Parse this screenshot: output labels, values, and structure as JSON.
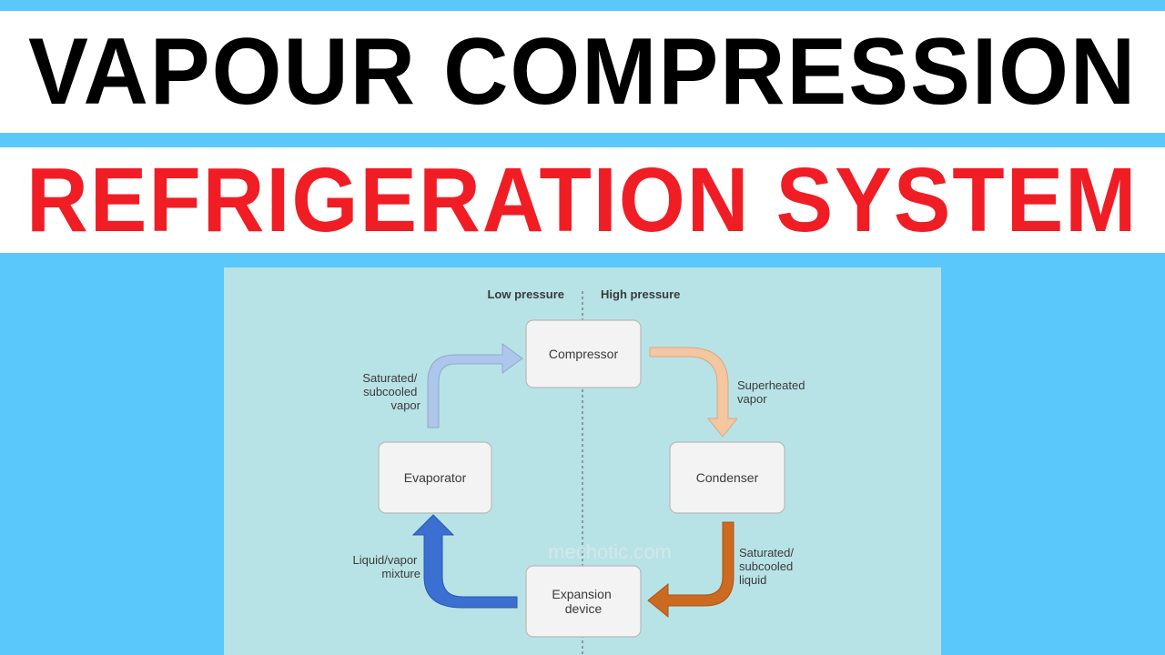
{
  "title": {
    "line1": "VAPOUR COMPRESSION",
    "line2": "REFRIGERATION SYSTEM"
  },
  "colors": {
    "background": "#5ac8fb",
    "line1": "#000000",
    "line2": "#f01d25",
    "panel": "#b8e3e6",
    "arrow_low_pressure_vapor": "#aec6ec",
    "arrow_superheated": "#f4c7a1",
    "arrow_saturated_liquid": "#cc6a22",
    "arrow_mixture": "#3b6fd1"
  },
  "diagram": {
    "regions": {
      "low": "Low pressure",
      "high": "High pressure"
    },
    "components": {
      "compressor": "Compressor",
      "condenser": "Condenser",
      "expansion": [
        "Expansion",
        "device"
      ],
      "evaporator": "Evaporator"
    },
    "states": {
      "superheated": [
        "Superheated",
        "vapor"
      ],
      "saturated_liquid": [
        "Saturated/",
        "subcooled",
        "liquid"
      ],
      "mixture": [
        "Liquid/vapor",
        "mixture"
      ],
      "saturated_vapor": [
        "Saturated/",
        "subcooled",
        "vapor"
      ]
    },
    "watermark": "mechotic.com"
  }
}
